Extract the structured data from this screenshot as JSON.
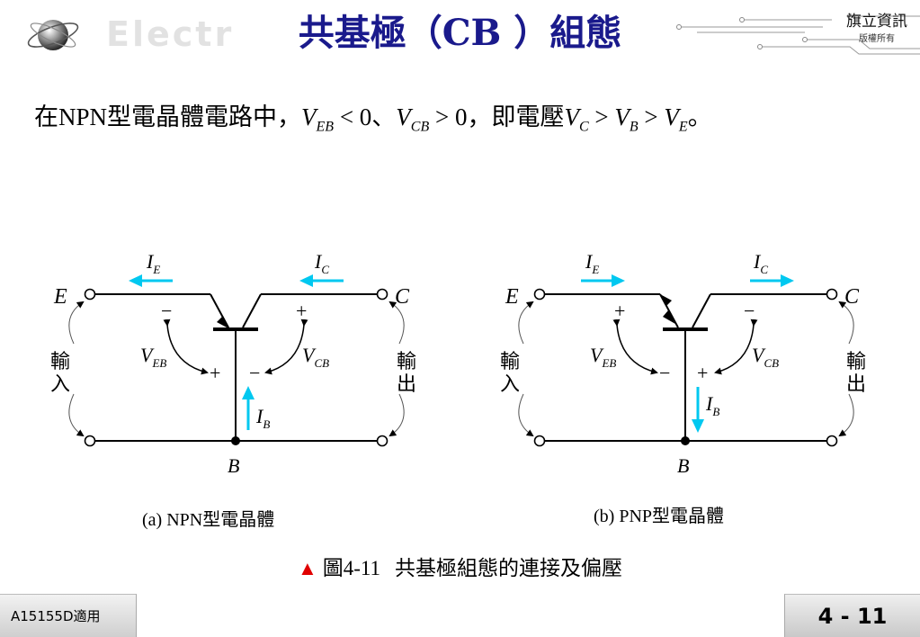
{
  "header": {
    "title": "共基極（CB ）組態",
    "watermark": "Electr",
    "brand_name": "旗立資訊",
    "brand_rights": "版權所有"
  },
  "statement": {
    "lead": "在NPN型電晶體電路中，",
    "v": "V",
    "eb": "EB",
    "lt0": " < 0、",
    "cb": "CB",
    "gt0": " > 0，即電壓",
    "c": "C",
    "gt1": " > ",
    "b": "B",
    "gt2": " > ",
    "e": "E",
    "end": "。"
  },
  "diagram": {
    "npn": {
      "terminal_e": "E",
      "terminal_c": "C",
      "terminal_b": "B",
      "current_e": "I",
      "current_e_sub": "E",
      "current_c": "I",
      "current_c_sub": "C",
      "current_b": "I",
      "current_b_sub": "B",
      "veb": "V",
      "veb_sub": "EB",
      "vcb": "V",
      "vcb_sub": "CB",
      "sign_e_top": "−",
      "sign_c_top": "+",
      "sign_e_bottom": "+",
      "sign_c_bottom": "−",
      "input_label_1": "輸",
      "input_label_2": "入",
      "output_label_1": "輸",
      "output_label_2": "出",
      "caption": "(a) NPN型電晶體"
    },
    "pnp": {
      "terminal_e": "E",
      "terminal_c": "C",
      "terminal_b": "B",
      "current_e": "I",
      "current_e_sub": "E",
      "current_c": "I",
      "current_c_sub": "C",
      "current_b": "I",
      "current_b_sub": "B",
      "veb": "V",
      "veb_sub": "EB",
      "vcb": "V",
      "vcb_sub": "CB",
      "sign_e_top": "+",
      "sign_c_top": "−",
      "sign_e_bottom": "−",
      "sign_c_bottom": "+",
      "input_label_1": "輸",
      "input_label_2": "入",
      "output_label_1": "輸",
      "output_label_2": "出",
      "caption": "(b) PNP型電晶體"
    },
    "colors": {
      "current_arrow": "#00c8f0",
      "wire": "#000000"
    }
  },
  "figure_caption": {
    "marker": "▲",
    "number": "圖4-11",
    "text": "共基極組態的連接及偏壓"
  },
  "footer": {
    "course_code": "A15155D適用",
    "page_number": "4 - 11"
  }
}
